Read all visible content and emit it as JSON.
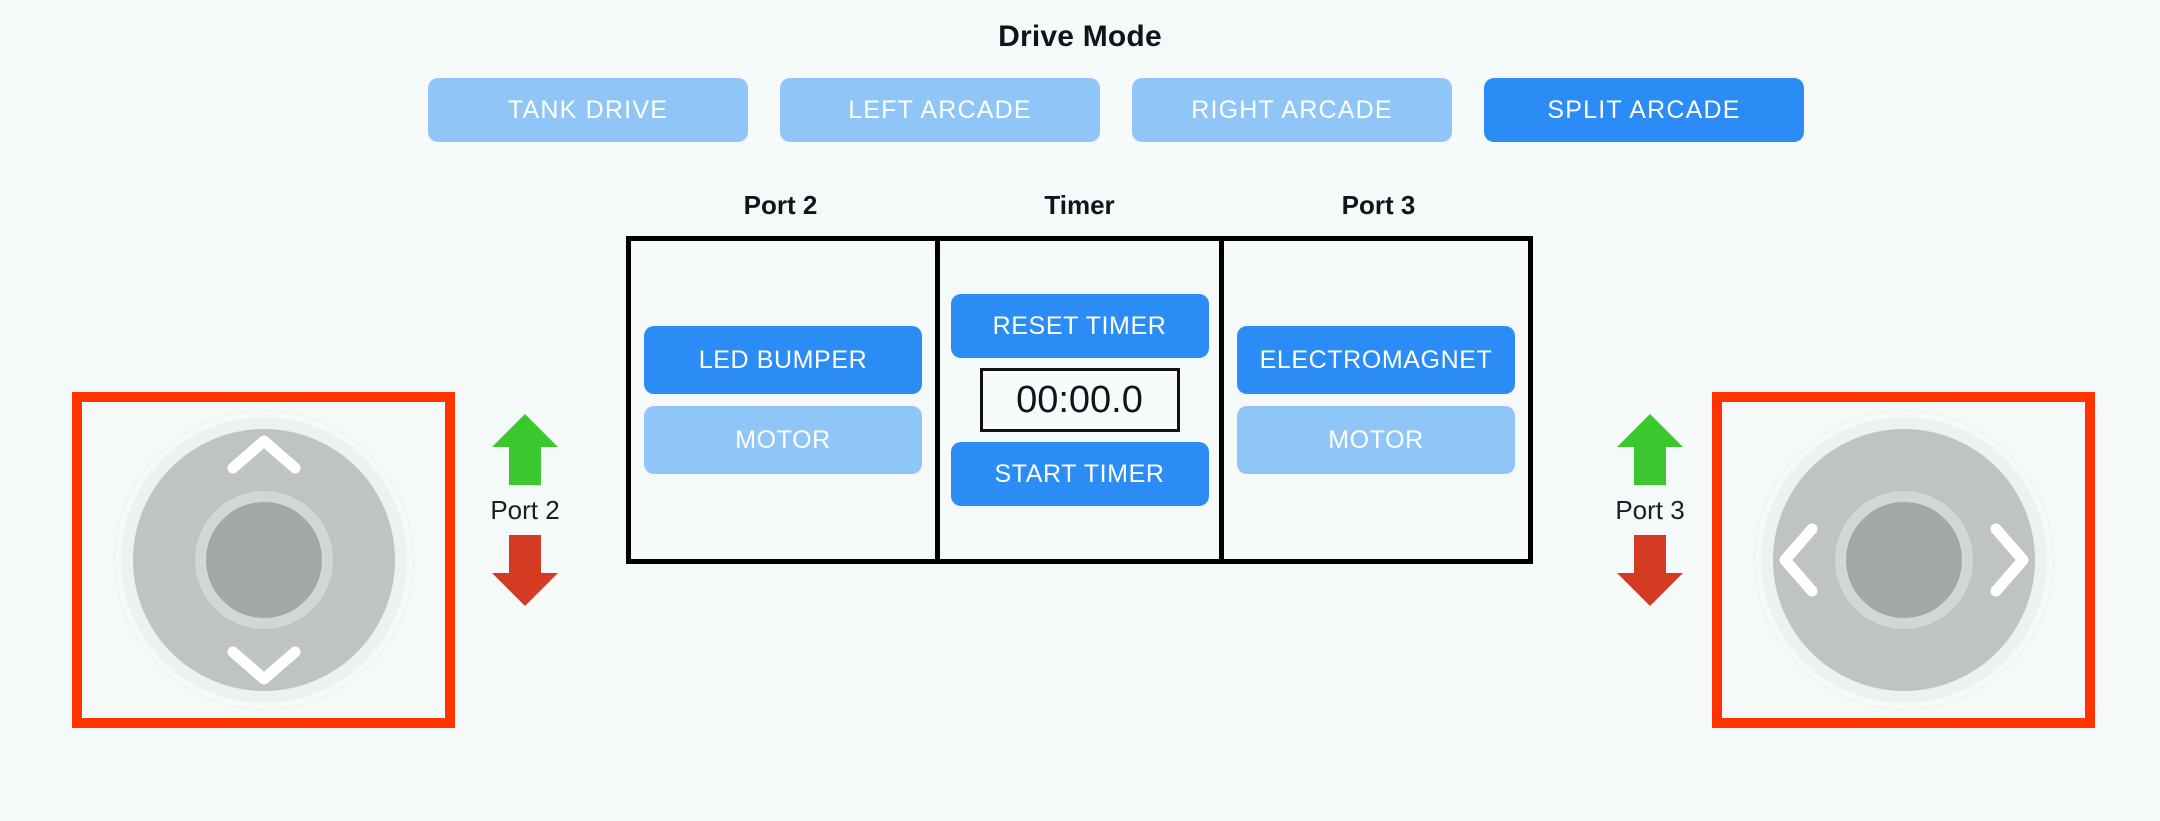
{
  "drive_mode": {
    "title": "Drive Mode",
    "buttons": [
      {
        "label": "TANK DRIVE",
        "active": false
      },
      {
        "label": "LEFT ARCADE",
        "active": false
      },
      {
        "label": "RIGHT ARCADE",
        "active": false
      },
      {
        "label": "SPLIT ARCADE",
        "active": true
      }
    ]
  },
  "panel": {
    "headers": {
      "port2": "Port 2",
      "timer": "Timer",
      "port3": "Port 3"
    },
    "port2": {
      "device_button": "LED BUMPER",
      "motor_button": "MOTOR"
    },
    "timer": {
      "reset_button": "RESET TIMER",
      "display": "00:00.0",
      "start_button": "START TIMER"
    },
    "port3": {
      "device_button": "ELECTROMAGNET",
      "motor_button": "MOTOR"
    }
  },
  "ports": {
    "port2_label": "Port 2",
    "port3_label": "Port 3"
  },
  "colors": {
    "accent_active": "#2B8CF5",
    "accent_inactive": "#90C6F7",
    "arrow_up": "#3CC72F",
    "arrow_down": "#D33C22",
    "highlight_border": "#FF3300",
    "background": "#F5F9FA"
  }
}
